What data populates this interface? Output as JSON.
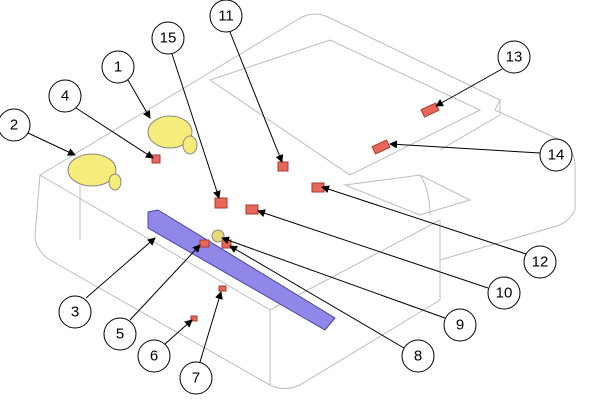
{
  "callouts": [
    {
      "label": "1"
    },
    {
      "label": "2"
    },
    {
      "label": "3"
    },
    {
      "label": "4"
    },
    {
      "label": "5"
    },
    {
      "label": "6"
    },
    {
      "label": "7"
    },
    {
      "label": "8"
    },
    {
      "label": "9"
    },
    {
      "label": "10"
    },
    {
      "label": "11"
    },
    {
      "label": "12"
    },
    {
      "label": "13"
    },
    {
      "label": "14"
    },
    {
      "label": "15"
    }
  ],
  "colors": {
    "motor": "#f5ec7a",
    "part": "#e8665a",
    "rail": "#8f88e8",
    "outline": "#bdbdbd"
  }
}
